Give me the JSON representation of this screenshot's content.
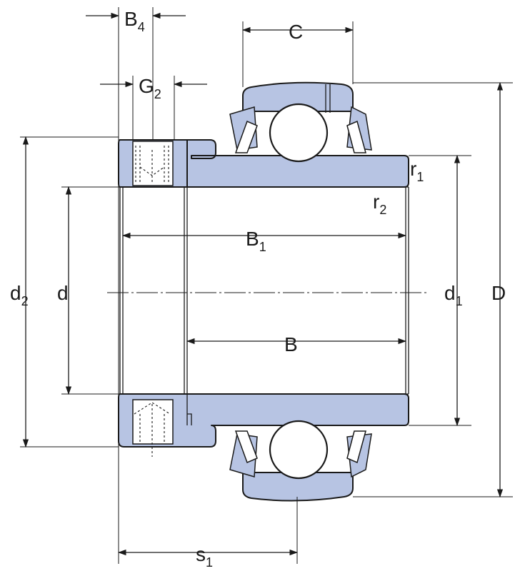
{
  "labels": {
    "B4": {
      "main": "B",
      "sub": "4"
    },
    "G2": {
      "main": "G",
      "sub": "2"
    },
    "C": {
      "main": "C",
      "sub": ""
    },
    "r1": {
      "main": "r",
      "sub": "1"
    },
    "r2": {
      "main": "r",
      "sub": "2"
    },
    "B1": {
      "main": "B",
      "sub": "1"
    },
    "d2": {
      "main": "d",
      "sub": "2"
    },
    "d": {
      "main": "d",
      "sub": ""
    },
    "d1": {
      "main": "d",
      "sub": "1"
    },
    "D": {
      "main": "D",
      "sub": ""
    },
    "B": {
      "main": "B",
      "sub": ""
    },
    "s1": {
      "main": "s",
      "sub": "1"
    }
  },
  "colors": {
    "fill": "#b7c4e3",
    "stroke": "#1a1a1a"
  }
}
